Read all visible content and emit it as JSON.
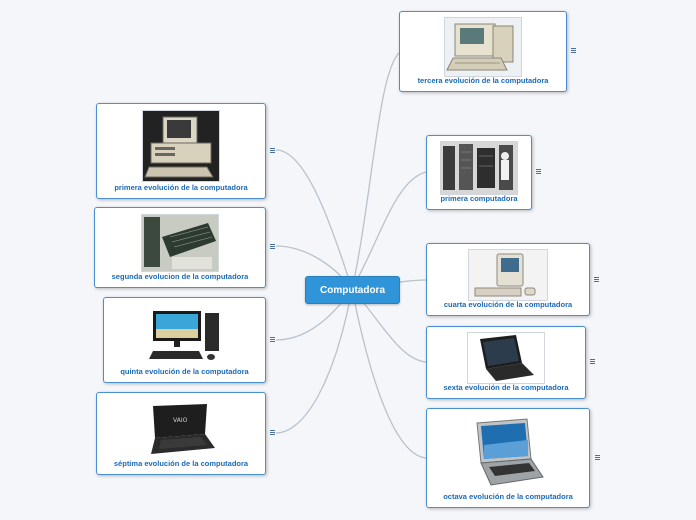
{
  "map": {
    "center": "Computadora",
    "nodes": [
      {
        "id": "tercera",
        "label": "tercera evolución de la computadora"
      },
      {
        "id": "primera-computadora",
        "label": "primera computadora"
      },
      {
        "id": "cuarta",
        "label": "cuarta evolución de la computadora"
      },
      {
        "id": "sexta",
        "label": "sexta evolución de la computadora"
      },
      {
        "id": "octava",
        "label": "octava evolución de la computadora"
      },
      {
        "id": "primera-evolucion",
        "label": "primera evolución de la computadora"
      },
      {
        "id": "segunda",
        "label": "segunda evolucion de la computadora"
      },
      {
        "id": "quinta",
        "label": "quinta evolución de la computadora"
      },
      {
        "id": "septima",
        "label": "séptima evolución de la computadora"
      }
    ]
  },
  "colors": {
    "center_fill": "#2f95d8",
    "node_border": "#4a8fd0",
    "label_text": "#1b6ab8",
    "connector": "#b9c2cc"
  },
  "icons": [
    "computer-image-icon",
    "notes-icon"
  ]
}
